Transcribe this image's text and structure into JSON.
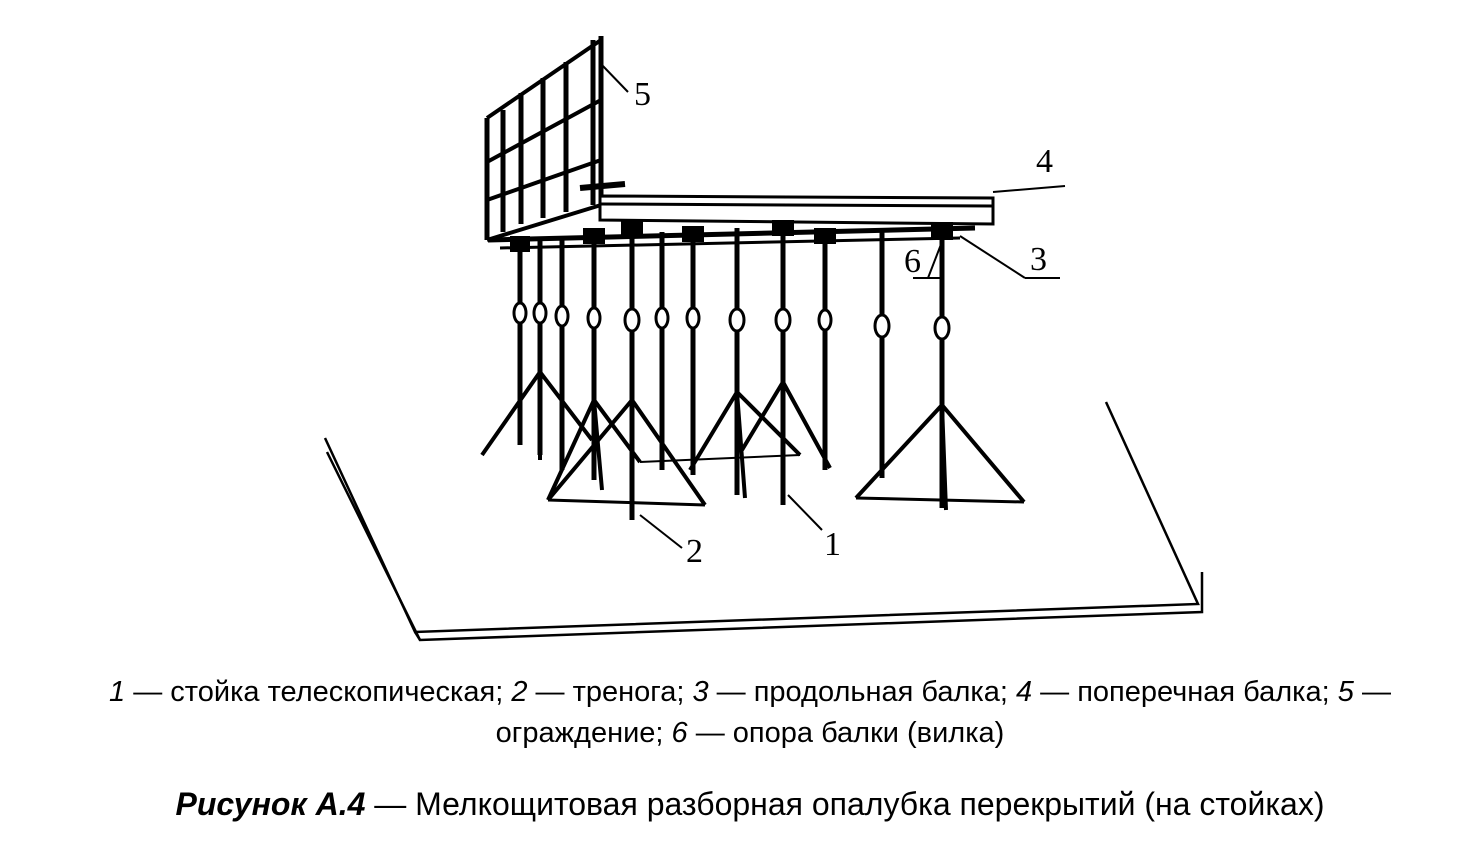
{
  "figure": {
    "callouts": [
      "1",
      "2",
      "3",
      "4",
      "5",
      "6"
    ]
  },
  "legend": [
    {
      "num": "1",
      "text": " — стойка телескопическая; "
    },
    {
      "num": "2",
      "text": " — тренога; "
    },
    {
      "num": "3",
      "text": " — продольная балка; "
    },
    {
      "num": "4",
      "text": " — поперечная балка; "
    },
    {
      "num": "5",
      "text": " — ограждение; "
    },
    {
      "num": "6",
      "text": " — опора балки (вилка)"
    }
  ],
  "caption": {
    "prefix": "Рисунок А.4",
    "text": " — Мелкощитовая разборная опалубка перекрытий (на стойках)"
  }
}
